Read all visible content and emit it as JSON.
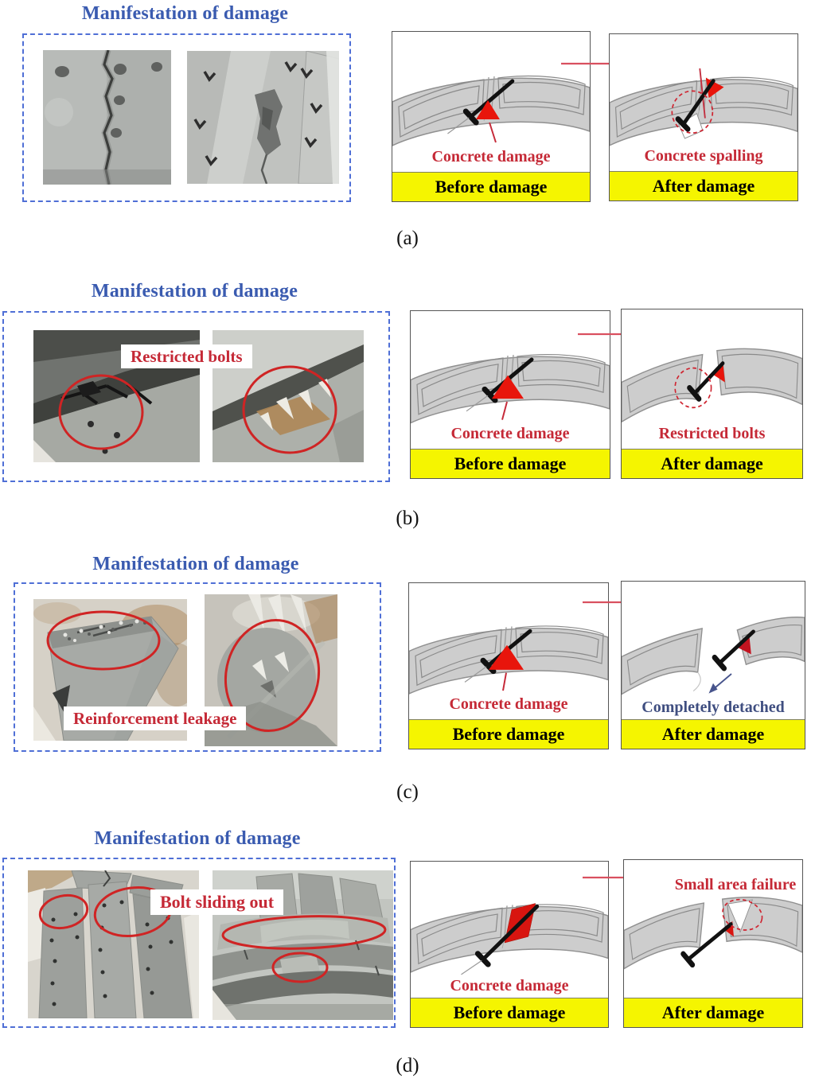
{
  "figure": {
    "panels": [
      {
        "tag": "(a)",
        "title": "Manifestation of damage",
        "before": {
          "annotation": "Concrete damage",
          "caption": "Before damage"
        },
        "after": {
          "annotation": "Concrete spalling",
          "caption": "After damage"
        }
      },
      {
        "tag": "(b)",
        "title": "Manifestation of damage",
        "photo_overlay": "Restricted bolts",
        "before": {
          "annotation": "Concrete damage",
          "caption": "Before damage"
        },
        "after": {
          "annotation": "Restricted bolts",
          "caption": "After damage"
        }
      },
      {
        "tag": "(c)",
        "title": "Manifestation of damage",
        "photo_overlay": "Reinforcement leakage",
        "before": {
          "annotation": "Concrete damage",
          "caption": "Before damage"
        },
        "after": {
          "annotation": "Completely detached",
          "caption": "After damage"
        }
      },
      {
        "tag": "(d)",
        "title": "Manifestation of damage",
        "photo_overlay": "Bolt sliding out",
        "before": {
          "annotation": "Concrete damage",
          "caption": "Before damage"
        },
        "after": {
          "annotation": "Small area failure",
          "caption": "After damage"
        }
      }
    ],
    "colors": {
      "title_blue": "#3a5bb0",
      "label_red": "#c52936",
      "damage_red": "#e8150c",
      "arrow_red": "#d9505f",
      "caption_yellow": "#f5f500",
      "detached_navy": "#3f4e80",
      "photo_box_border_blue": "#4f6fd6",
      "annotation_circle_red": "#cf2424"
    }
  }
}
